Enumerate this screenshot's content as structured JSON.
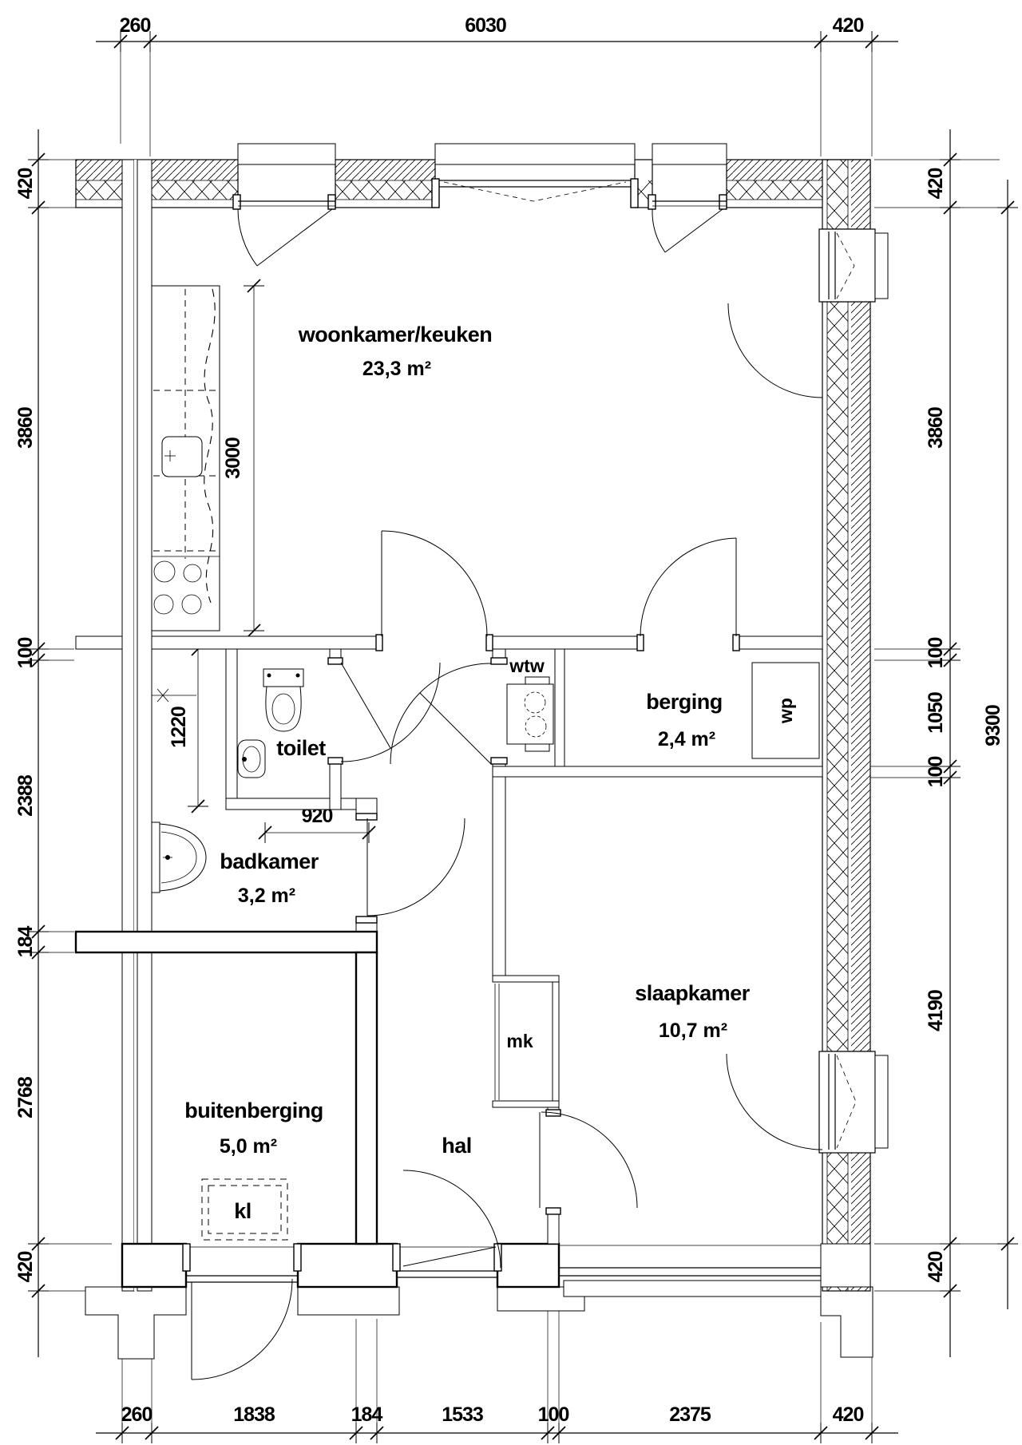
{
  "drawing": {
    "kind": "architectural floor plan",
    "language": "Dutch",
    "units": "mm"
  },
  "rooms": {
    "woonkamer": {
      "name": "woonkamer/keuken",
      "area": "23,3 m²"
    },
    "toilet": {
      "name": "toilet"
    },
    "berging": {
      "name": "berging",
      "area": "2,4 m²"
    },
    "badkamer": {
      "name": "badkamer",
      "area": "3,2 m²"
    },
    "buitenberging": {
      "name": "buitenberging",
      "area": "5,0 m²"
    },
    "hal": {
      "name": "hal"
    },
    "slaapkamer": {
      "name": "slaapkamer",
      "area": "10,7 m²"
    }
  },
  "fixtures": {
    "wtw": "wtw",
    "wp": "wp",
    "mk": "mk",
    "kl": "kl"
  },
  "dims": {
    "top": [
      "260",
      "6030",
      "420"
    ],
    "bottom": [
      "260",
      "1838",
      "184",
      "1533",
      "100",
      "2375",
      "420"
    ],
    "left": [
      "420",
      "3860",
      "100",
      "2388",
      "184",
      "2768",
      "420"
    ],
    "right": [
      "420",
      "3860",
      "100",
      "1050",
      "100",
      "4190",
      "420"
    ],
    "right_total": "9300",
    "interior": {
      "kitchen_depth": "3000",
      "badkamer_strip": "1220",
      "toilet_width": "920"
    }
  },
  "colors": {
    "ink": "#000000",
    "paper": "#ffffff"
  }
}
